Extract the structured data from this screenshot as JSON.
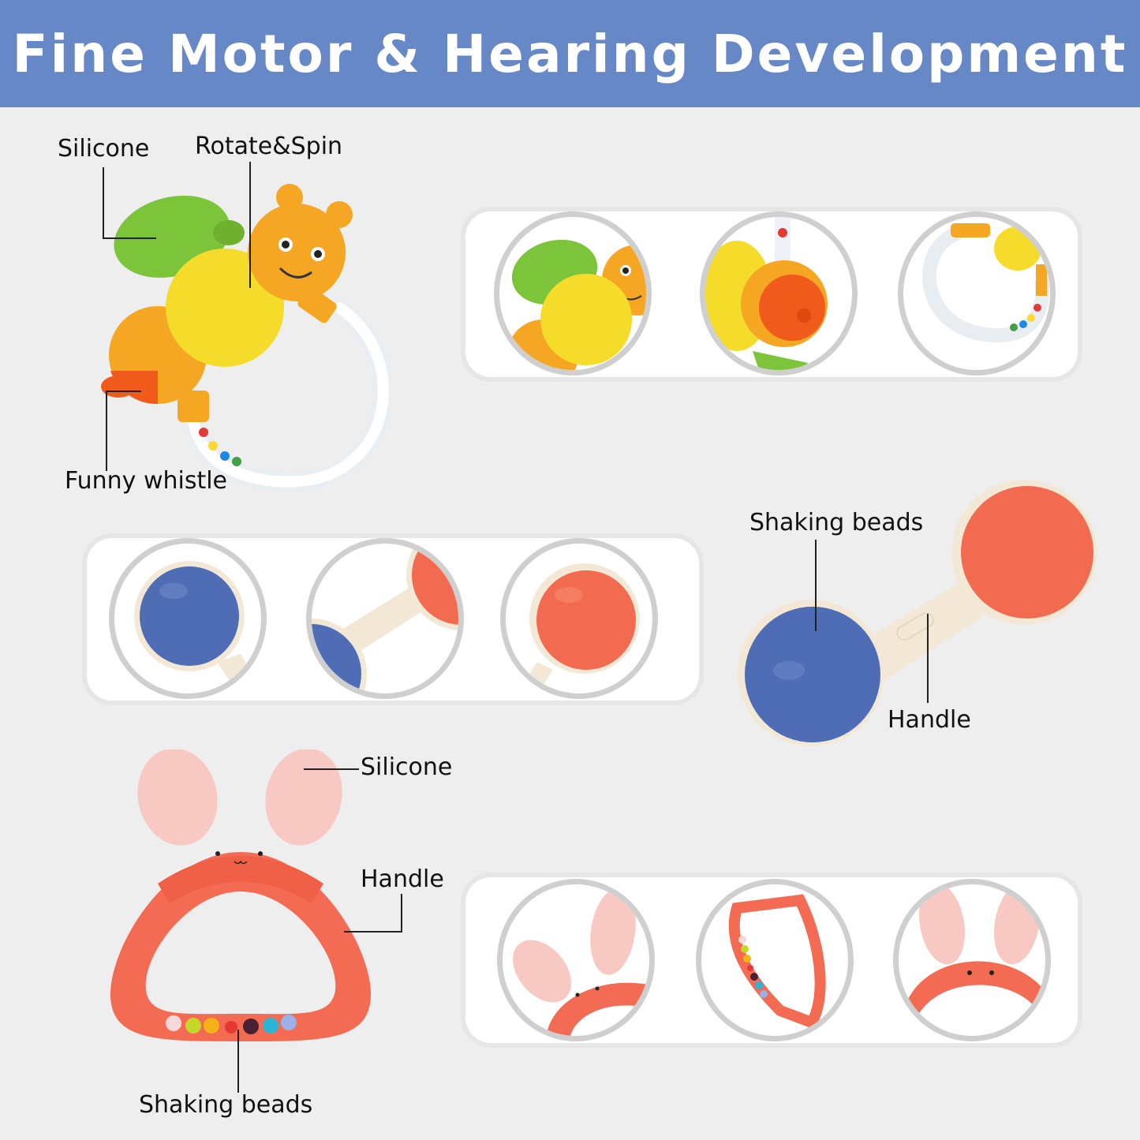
{
  "header": {
    "title": "Fine Motor & Hearing Development"
  },
  "colors": {
    "header_bg": "#6788c6",
    "page_bg": "#eeeeee",
    "panel_bg": "#ffffff",
    "circle_border": "#cfcfcf",
    "bee_green": "#7cc43a",
    "bee_yellow": "#f5dc2a",
    "bee_orange": "#f5a623",
    "whistle_red": "#f05a1a",
    "dumbbell_blue": "#4e6db5",
    "dumbbell_coral": "#f26a4f",
    "dumbbell_handle": "#f3e8d6",
    "bunny_coral": "#f26b52",
    "bunny_pink": "#f7c9c2"
  },
  "products": [
    {
      "name": "bee-rattle",
      "callouts": [
        {
          "label": "Silicone"
        },
        {
          "label": "Rotate&Spin"
        },
        {
          "label": "Funny whistle"
        }
      ],
      "detail_views": [
        "bee wing and face close-up",
        "whistle close-up",
        "ring handle with beads close-up"
      ]
    },
    {
      "name": "dumbbell-rattle",
      "callouts": [
        {
          "label": "Shaking beads"
        },
        {
          "label": "Handle"
        }
      ],
      "detail_views": [
        "blue end close-up",
        "handle close-up",
        "coral end close-up"
      ]
    },
    {
      "name": "bunny-rattle",
      "callouts": [
        {
          "label": "Silicone"
        },
        {
          "label": "Handle"
        },
        {
          "label": "Shaking beads"
        }
      ],
      "detail_views": [
        "bunny ears close-up",
        "triangle ring with beads",
        "bunny face close-up"
      ]
    }
  ]
}
